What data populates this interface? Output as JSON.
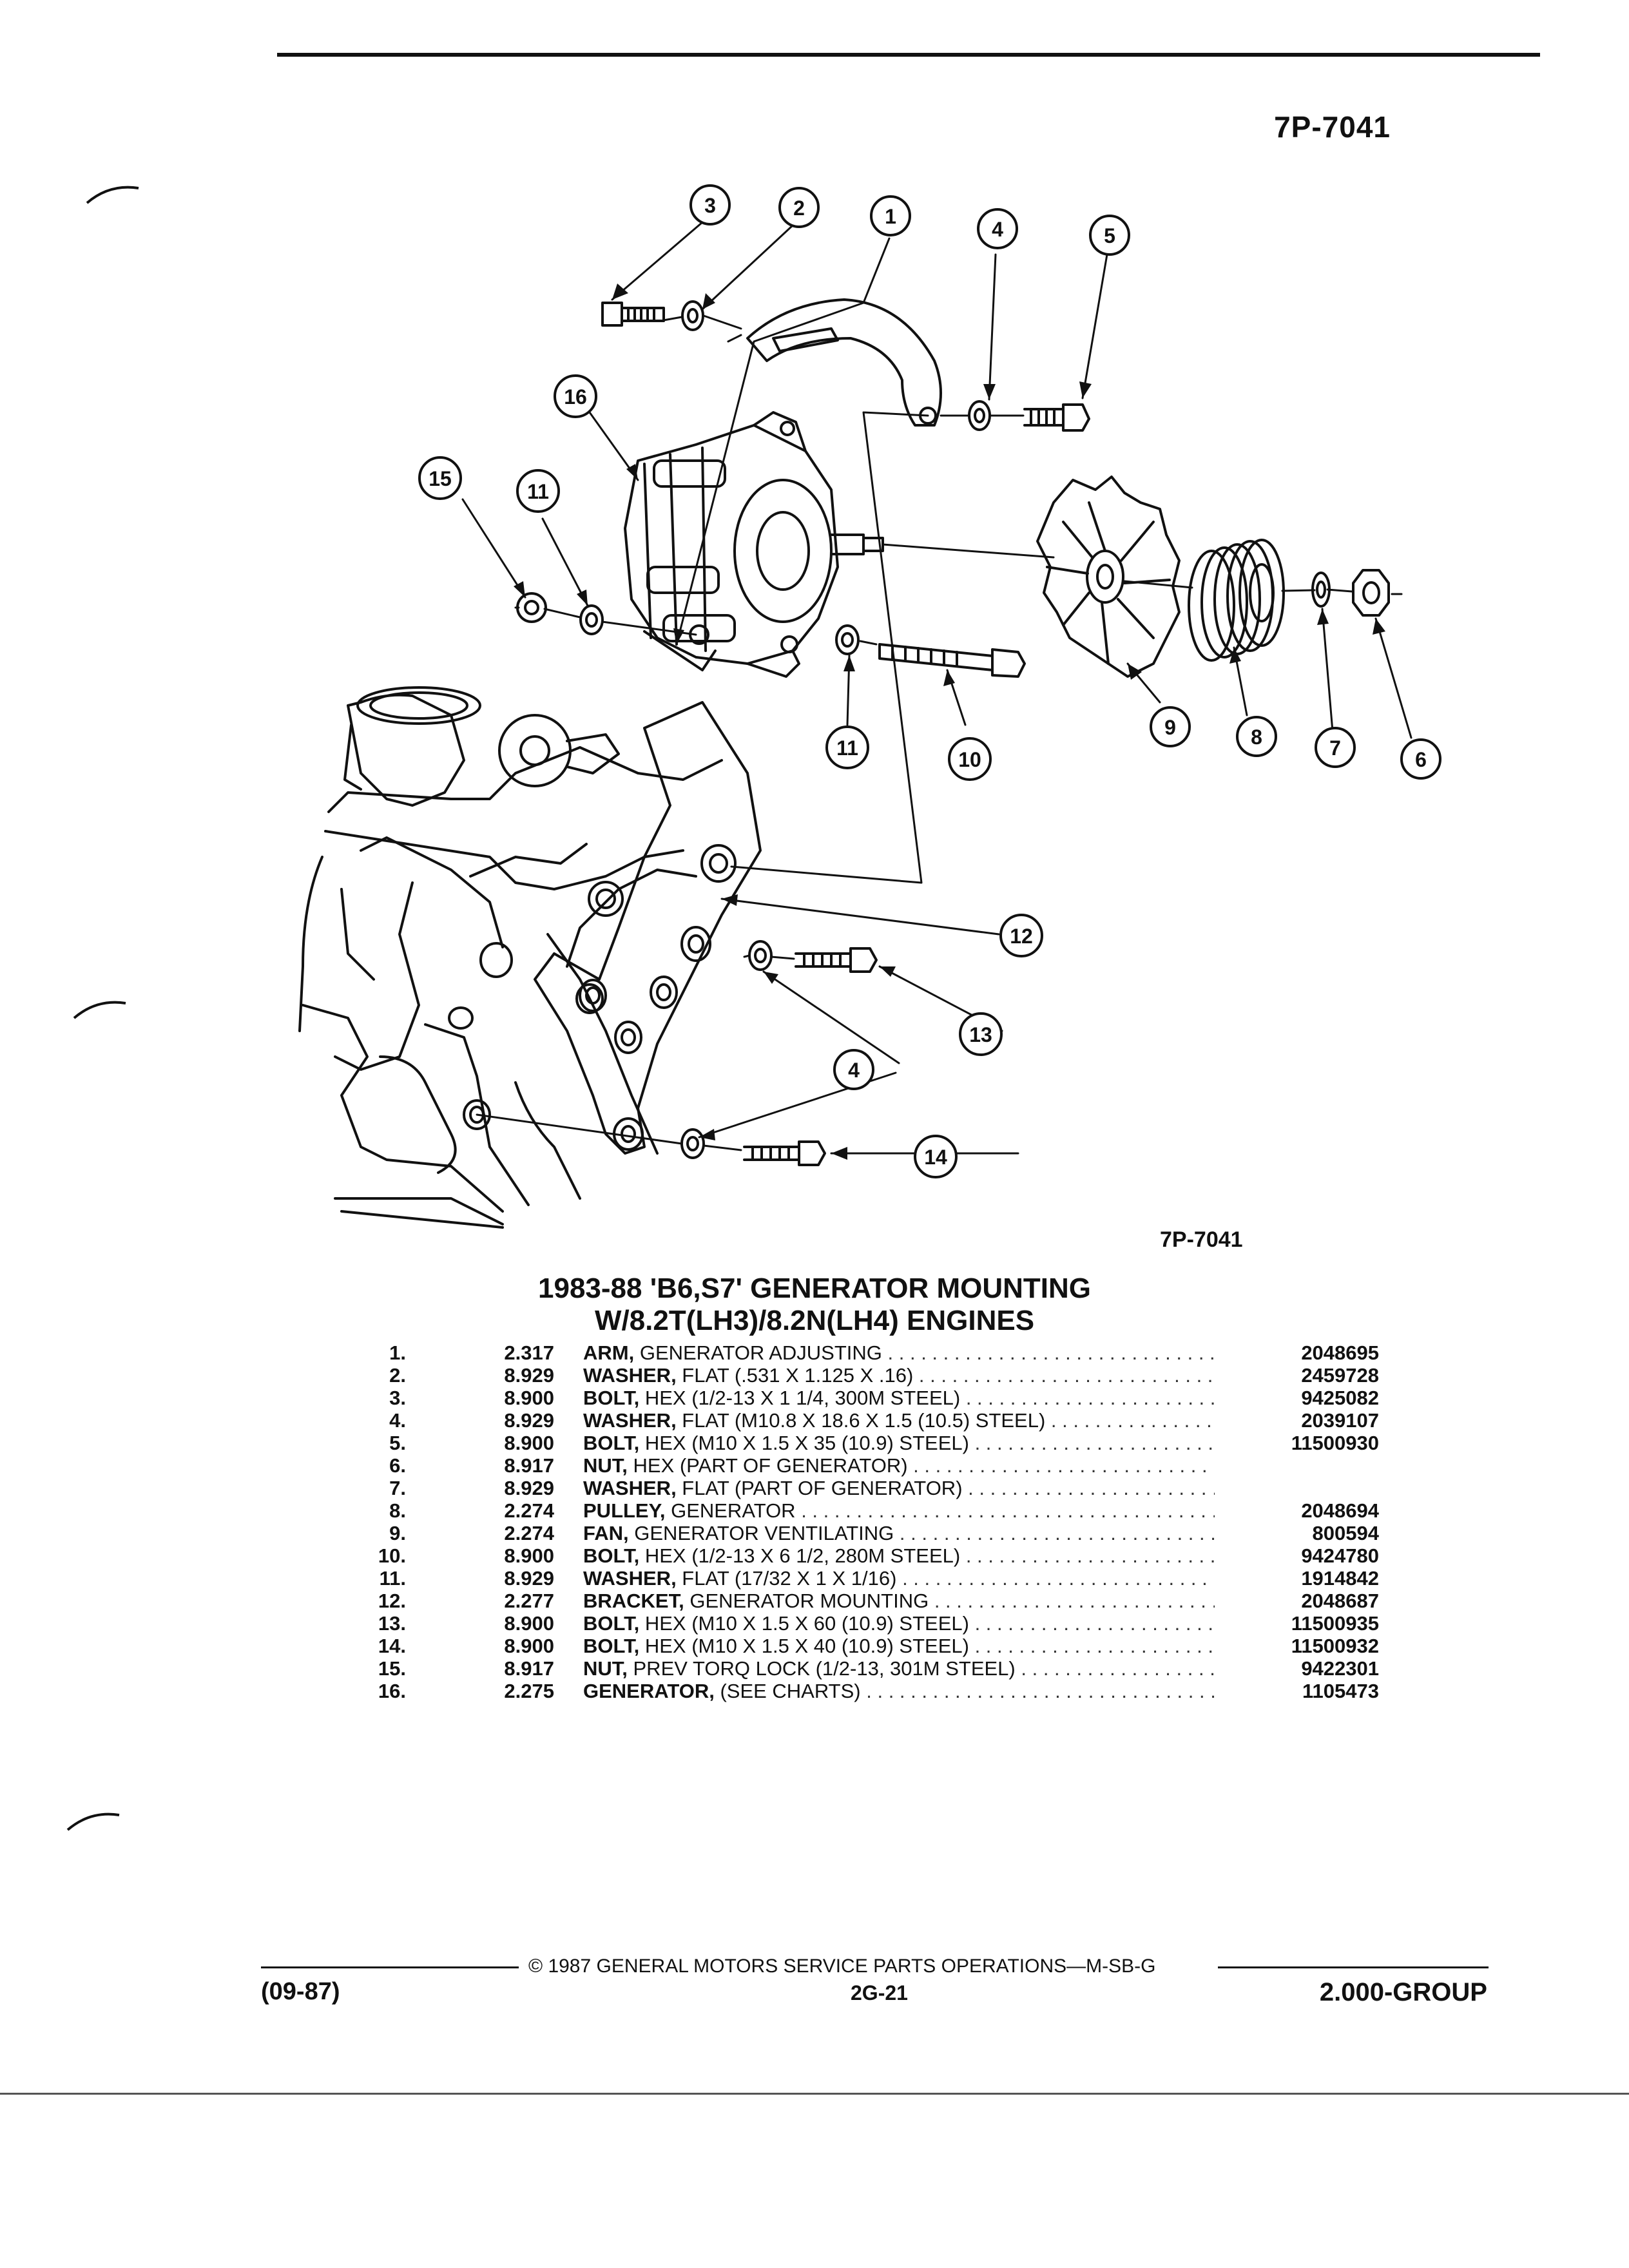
{
  "header": {
    "doc_code": "7P-7041"
  },
  "figure": {
    "code": "7P-7041",
    "callouts": [
      "1",
      "2",
      "3",
      "4",
      "5",
      "6",
      "7",
      "8",
      "9",
      "10",
      "11",
      "12",
      "13",
      "14",
      "15",
      "16"
    ]
  },
  "title": {
    "line1": "1983-88 'B6,S7' GENERATOR MOUNTING",
    "line2": "W/8.2T(LH3)/8.2N(LH4) ENGINES"
  },
  "parts": [
    {
      "num": "1.",
      "group": "2.317",
      "name": "ARM,",
      "detail": " GENERATOR ADJUSTING",
      "part_no": "2048695"
    },
    {
      "num": "2.",
      "group": "8.929",
      "name": "WASHER,",
      "detail": " FLAT (.531 X 1.125 X .16)",
      "part_no": "2459728"
    },
    {
      "num": "3.",
      "group": "8.900",
      "name": "BOLT,",
      "detail": " HEX (1/2-13 X 1 1/4, 300M STEEL)",
      "part_no": "9425082"
    },
    {
      "num": "4.",
      "group": "8.929",
      "name": "WASHER,",
      "detail": " FLAT (M10.8 X 18.6 X 1.5 (10.5) STEEL)",
      "part_no": "2039107"
    },
    {
      "num": "5.",
      "group": "8.900",
      "name": "BOLT,",
      "detail": " HEX (M10 X 1.5 X 35 (10.9) STEEL)",
      "part_no": "11500930"
    },
    {
      "num": "6.",
      "group": "8.917",
      "name": "NUT,",
      "detail": " HEX (PART OF GENERATOR)",
      "part_no": ""
    },
    {
      "num": "7.",
      "group": "8.929",
      "name": "WASHER,",
      "detail": " FLAT (PART OF GENERATOR)",
      "part_no": ""
    },
    {
      "num": "8.",
      "group": "2.274",
      "name": "PULLEY,",
      "detail": " GENERATOR",
      "part_no": "2048694"
    },
    {
      "num": "9.",
      "group": "2.274",
      "name": "FAN,",
      "detail": " GENERATOR VENTILATING",
      "part_no": "800594"
    },
    {
      "num": "10.",
      "group": "8.900",
      "name": "BOLT,",
      "detail": " HEX (1/2-13 X 6 1/2, 280M STEEL)",
      "part_no": "9424780"
    },
    {
      "num": "11.",
      "group": "8.929",
      "name": "WASHER,",
      "detail": " FLAT (17/32 X 1 X 1/16)",
      "part_no": "1914842"
    },
    {
      "num": "12.",
      "group": "2.277",
      "name": "BRACKET,",
      "detail": " GENERATOR MOUNTING",
      "part_no": "2048687"
    },
    {
      "num": "13.",
      "group": "8.900",
      "name": "BOLT,",
      "detail": " HEX (M10 X 1.5 X 60 (10.9) STEEL)",
      "part_no": "11500935"
    },
    {
      "num": "14.",
      "group": "8.900",
      "name": "BOLT,",
      "detail": " HEX (M10 X 1.5 X 40 (10.9) STEEL)",
      "part_no": "11500932"
    },
    {
      "num": "15.",
      "group": "8.917",
      "name": "NUT,",
      "detail": " PREV TORQ LOCK (1/2-13, 301M STEEL)",
      "part_no": "9422301"
    },
    {
      "num": "16.",
      "group": "2.275",
      "name": "GENERATOR,",
      "detail": " (SEE CHARTS)",
      "part_no": "1105473"
    }
  ],
  "footer": {
    "date": "(09-87)",
    "copyright": "© 1987 GENERAL MOTORS SERVICE PARTS OPERATIONS—M-SB-G",
    "page": "2G-21",
    "group": "2.000-GROUP"
  }
}
